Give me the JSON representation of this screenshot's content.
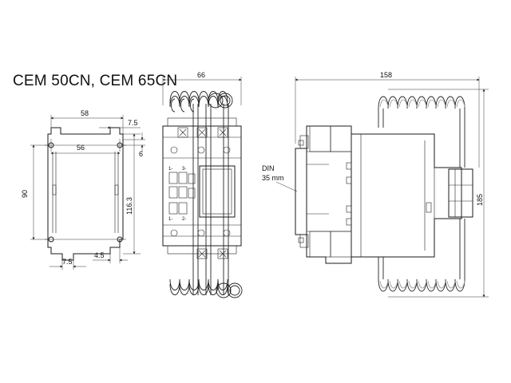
{
  "title": "CEM 50CN, CEM 65CN",
  "dims": {
    "w58": "58",
    "w7_5_top": "7.5",
    "w56": "56",
    "h6": "6",
    "h90": "90",
    "h116_3": "116.3",
    "w7_5_bot": "7.5",
    "w4_5": "4.5",
    "w66": "66",
    "w158": "158",
    "h185": "185",
    "din_line1": "DIN",
    "din_line2": "35 mm"
  },
  "terminals": {
    "t1_top": "1-",
    "t3_top": "3-",
    "t1_bot": "1-",
    "t2_bot": "2-"
  }
}
